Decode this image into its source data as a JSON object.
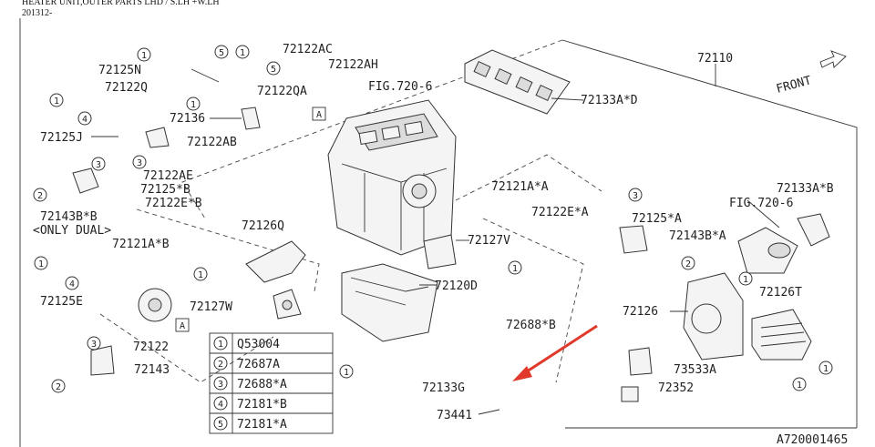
{
  "header": {
    "title": "HEATER UNIT,OUTER PARTS LHD / S.LH +W.LH",
    "date_code": "201312-"
  },
  "labels": {
    "p72110": "72110",
    "front": "FRONT",
    "p72122AC": "72122AC",
    "p72125N": "72125N",
    "p72122AH": "72122AH",
    "p72122Q": "72122Q",
    "p72122QA": "72122QA",
    "fig7206a": "FIG.720-6",
    "p72133AD": "72133A*D",
    "p72136": "72136",
    "p72125J": "72125J",
    "p72122AB": "72122AB",
    "p72122AE": "72122AE",
    "p72125B": "72125*B",
    "p72122EB": "72122E*B",
    "p72143BB": "72143B*B",
    "only_dual": "<ONLY DUAL>",
    "p72121AB": "72121A*B",
    "p72126Q": "72126Q",
    "p72121AA": "72121A*A",
    "p72133AB": "72133A*B",
    "fig7206b": "FIG.720-6",
    "p72122EA": "72122E*A",
    "p72125A": "72125*A",
    "p72143BA": "72143B*A",
    "p72127V": "72127V",
    "p72120D": "72120D",
    "p72126": "72126",
    "p72126T": "72126T",
    "p72125E": "72125E",
    "p72127W": "72127W",
    "p72688B": "72688*B",
    "p72122": "72122",
    "p72143": "72143",
    "p73533A": "73533A",
    "p72352": "72352",
    "p72133G": "72133G",
    "p73441": "73441",
    "ref_a1": "A",
    "ref_a2": "A",
    "drawing_no": "A720001465"
  },
  "legend": [
    {
      "num": "1",
      "part": "Q53004"
    },
    {
      "num": "2",
      "part": "72687A"
    },
    {
      "num": "3",
      "part": "72688*A"
    },
    {
      "num": "4",
      "part": "72181*B"
    },
    {
      "num": "5",
      "part": "72181*A"
    }
  ],
  "callouts": {
    "n1": "1",
    "n2": "2",
    "n3": "3",
    "n4": "4",
    "n5": "5"
  },
  "colors": {
    "arrow": "#e0392b",
    "line": "#333333"
  }
}
